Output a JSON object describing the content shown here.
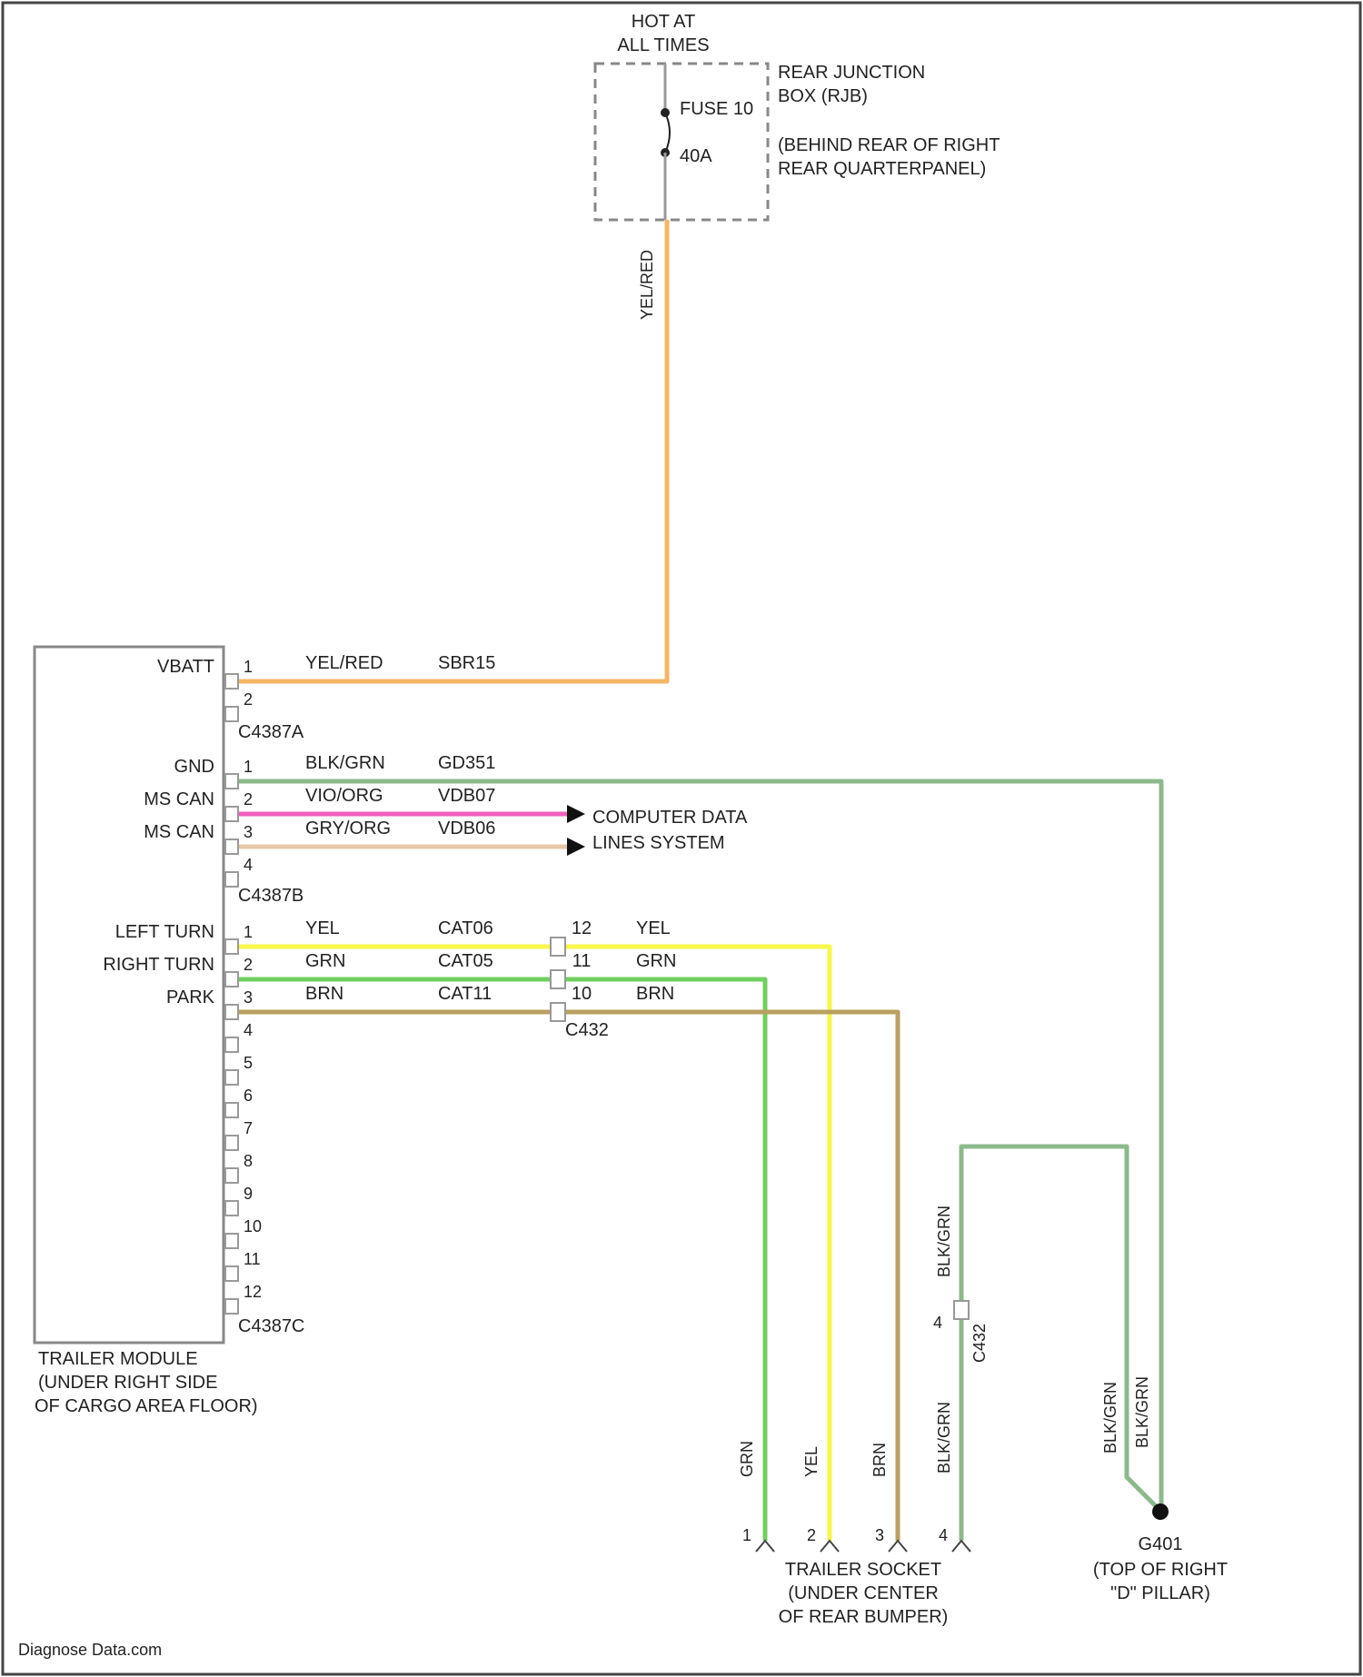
{
  "colors": {
    "yel_red": "#f5b765",
    "blk_grn": "#8cb98c",
    "vio_org": "#f05fbe",
    "gry_org": "#e8c8a8",
    "yel": "#f7f74a",
    "grn": "#6fcf5f",
    "brn": "#b8a060",
    "frame": "#444444",
    "dashed_box": "#888888"
  },
  "power": {
    "hot_line1": "HOT AT",
    "hot_line2": "ALL TIMES",
    "fuse_label": "FUSE 10",
    "fuse_rating": "40A",
    "rjb_line1": "REAR JUNCTION",
    "rjb_line2": "BOX (RJB)",
    "rjb_line3": "(BEHIND REAR OF RIGHT",
    "rjb_line4": "REAR QUARTERPANEL)",
    "wire_color": "YEL/RED"
  },
  "module": {
    "name_line1": "TRAILER MODULE",
    "name_line2": "(UNDER RIGHT SIDE",
    "name_line3": "OF CARGO AREA FLOOR)",
    "connector_a": "C4387A",
    "connector_b": "C4387B",
    "connector_c": "C4387C"
  },
  "rows": [
    {
      "pin": "1",
      "signal": "VBATT",
      "color": "YEL/RED",
      "circuit": "SBR15"
    },
    {
      "pin": "2",
      "signal": "",
      "color": "",
      "circuit": ""
    },
    {
      "pin": "1",
      "signal": "GND",
      "color": "BLK/GRN",
      "circuit": "GD351"
    },
    {
      "pin": "2",
      "signal": "MS CAN",
      "color": "VIO/ORG",
      "circuit": "VDB07"
    },
    {
      "pin": "3",
      "signal": "MS CAN",
      "color": "GRY/ORG",
      "circuit": "VDB06"
    },
    {
      "pin": "4",
      "signal": "",
      "color": "",
      "circuit": ""
    },
    {
      "pin": "1",
      "signal": "LEFT TURN",
      "color": "YEL",
      "circuit": "CAT06",
      "c432_pin": "12",
      "c432_color": "YEL"
    },
    {
      "pin": "2",
      "signal": "RIGHT TURN",
      "color": "GRN",
      "circuit": "CAT05",
      "c432_pin": "11",
      "c432_color": "GRN"
    },
    {
      "pin": "3",
      "signal": "PARK",
      "color": "BRN",
      "circuit": "CAT11",
      "c432_pin": "10",
      "c432_color": "BRN"
    },
    {
      "pin": "4"
    },
    {
      "pin": "5"
    },
    {
      "pin": "6"
    },
    {
      "pin": "7"
    },
    {
      "pin": "8"
    },
    {
      "pin": "9"
    },
    {
      "pin": "10"
    },
    {
      "pin": "11"
    },
    {
      "pin": "12"
    }
  ],
  "inline_connector": "C432",
  "computer_data_line1": "COMPUTER DATA",
  "computer_data_line2": "LINES SYSTEM",
  "socket": {
    "name_line1": "TRAILER SOCKET",
    "name_line2": "(UNDER CENTER",
    "name_line3": "OF REAR BUMPER)",
    "pins": [
      "1",
      "2",
      "3",
      "4"
    ],
    "wire_colors": [
      "GRN",
      "YEL",
      "BRN",
      "BLK/GRN"
    ]
  },
  "ground_wires": {
    "upper_color": "BLK/GRN",
    "connector": "C432",
    "pin_upper": "4",
    "lower_color": "BLK/GRN",
    "pin_lower": "4",
    "g401_color_1": "BLK/GRN",
    "g401_color_2": "BLK/GRN"
  },
  "ground": {
    "name": "G401",
    "loc_line1": "(TOP OF RIGHT",
    "loc_line2": "\"D\" PILLAR)"
  },
  "watermark": "Diagnose Data.com"
}
